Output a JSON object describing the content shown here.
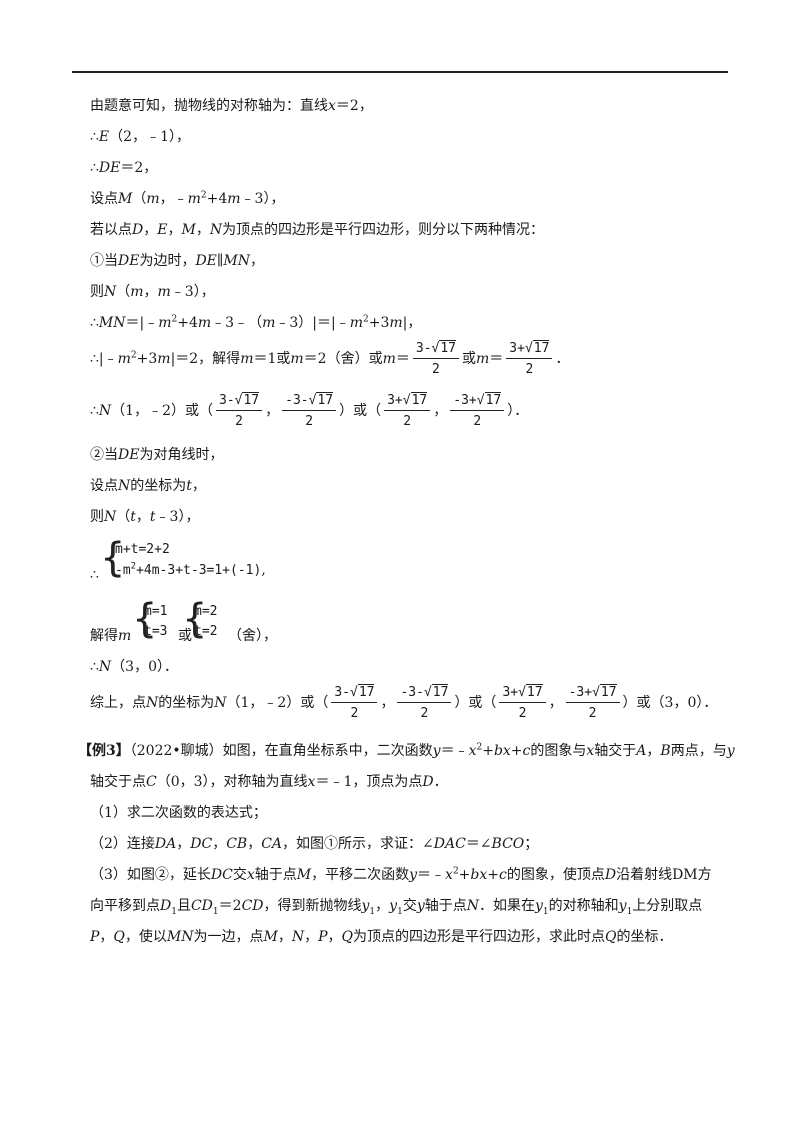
{
  "lines": {
    "l1": {
      "a": "由题意可知，抛物线的对称轴为：直线",
      "b": "x",
      "c": "＝2，"
    },
    "l2": {
      "a": "∴",
      "b": "E",
      "c": "（2，﹣1），"
    },
    "l3": {
      "a": "∴",
      "b": "DE",
      "c": "＝2，"
    },
    "l4": {
      "a": "设点",
      "b": "M",
      "c": "（",
      "d": "m",
      "e": "，﹣",
      "f": "m",
      "g": "2",
      "h": "+4",
      "i": "m",
      "j": "﹣3），"
    },
    "l5": {
      "a": "若以点",
      "b": "D",
      "c": "，",
      "d": "E",
      "e": "，",
      "f": "M",
      "g": "，",
      "h": "N",
      "i": "为顶点的四边形是平行四边形，则分以下两种情况："
    },
    "l6": {
      "a": "①当",
      "b": "DE",
      "c": "为边时，",
      "d": "DE",
      "e": "∥",
      "f": "MN",
      "g": "，"
    },
    "l7": {
      "a": "则",
      "b": "N",
      "c": "（",
      "d": "m",
      "e": "，",
      "f": "m",
      "g": "﹣3），"
    },
    "l8": {
      "a": "∴",
      "b": "MN",
      "c": "＝|﹣",
      "d": "m",
      "e": "2",
      "f": "+4",
      "g": "m",
      "h": "﹣3﹣（",
      "i": "m",
      "j": "﹣3）|＝|﹣",
      "k": "m",
      "l": "2",
      "m": "+3",
      "n": "m",
      "o": "|，"
    },
    "l9": {
      "a": "∴|﹣",
      "b": "m",
      "c": "2",
      "d": "+3",
      "e": "m",
      "f": "|＝2，解得",
      "g": "m",
      "h": "＝1或",
      "i": "m",
      "j": "＝2（舍）或",
      "k": "m",
      "l": "＝",
      "m": "或",
      "n": "m",
      "o": "＝",
      "p": "．"
    },
    "l10": {
      "a": "∴",
      "b": "N",
      "c": "（1，﹣2）或（",
      "d": "，",
      "e": "）或（",
      "f": "，",
      "g": "）．"
    },
    "l11": {
      "a": "②当",
      "b": "DE",
      "c": "为对角线时，"
    },
    "l12": {
      "a": "设点",
      "b": "N",
      "c": "的坐标为",
      "d": "t",
      "e": "，"
    },
    "l13": {
      "a": "则",
      "b": "N",
      "c": "（",
      "d": "t",
      "e": "，",
      "f": "t",
      "g": "﹣3），"
    },
    "l14": {
      "a": "∴"
    },
    "l15": {
      "a": "解得",
      "b": "m",
      "c": "或",
      "d": "（舍），"
    },
    "l16": {
      "a": "∴",
      "b": "N",
      "c": "（3，0）．"
    },
    "l17": {
      "a": "综上，点",
      "b": "N",
      "c": "的坐标为",
      "d": "N",
      "e": "（1，﹣2）或（",
      "f": "，",
      "g": "）或（",
      "h": "，",
      "i": "）或（3，0）．"
    }
  },
  "fractions": {
    "a": {
      "num_int": "3-",
      "num_rad": "17",
      "den": "2"
    },
    "b": {
      "num_int": "3+",
      "num_rad": "17",
      "den": "2"
    },
    "c": {
      "num_int": "-3-",
      "num_rad": "17",
      "den": "2"
    },
    "d": {
      "num_int": "-3+",
      "num_rad": "17",
      "den": "2"
    }
  },
  "systems": {
    "s1": {
      "r1": "m+t=2+2",
      "r2a": "-m",
      "r2b": "2",
      "r2c": "+4m-3+t-3=1+(-1)",
      "tail": ","
    },
    "s2": {
      "r1": "m=1",
      "r2": "t=3"
    },
    "s3": {
      "r1": "m=2",
      "r2": "t=2"
    }
  },
  "example": {
    "tag": "【例3】",
    "source": "（2022•聊城）",
    "p1": {
      "a": "如图，在直角坐标系中，二次函数",
      "b": "y",
      "c": "＝﹣",
      "d": "x",
      "e": "2",
      "f": "+",
      "g": "bx",
      "h": "+",
      "i": "c",
      "j": "的图象与",
      "k": "x",
      "l": "轴交于",
      "m": "A",
      "n": "，",
      "o": "B",
      "p": "两点，与",
      "q": "y"
    },
    "p2": {
      "a": "轴交于点",
      "b": "C",
      "c": "（0，3），对称轴为直线",
      "d": "x",
      "e": "＝﹣1，顶点为点",
      "f": "D",
      "g": "．"
    },
    "q1": {
      "a": "（1）求二次函数的表达式；"
    },
    "q2": {
      "a": "（2）连接",
      "b": "DA",
      "c": "，",
      "d": "DC",
      "e": "，",
      "f": "CB",
      "g": "，",
      "h": "CA",
      "i": "，如图①所示，求证：∠",
      "j": "DAC",
      "k": "＝∠",
      "l": "BCO",
      "m": "；"
    },
    "q3a": {
      "a": "（3）如图②，延长",
      "b": "DC",
      "c": "交",
      "d": "x",
      "e": "轴于点",
      "f": "M",
      "g": "，平移二次函数",
      "h": "y",
      "i": "＝﹣",
      "j": "x",
      "k": "2",
      "l": "+",
      "m": "bx",
      "n": "+",
      "o": "c",
      "p": "的图象，使顶点",
      "q": "D",
      "r": "沿着射线",
      "s": "DM",
      "t": "方"
    },
    "q3b": {
      "a": "向平移到点",
      "b": "D",
      "c": "1",
      "d": "且",
      "e": "CD",
      "f": "1",
      "g": "＝2",
      "h": "CD",
      "i": "，得到新抛物线",
      "j": "y",
      "k": "1",
      "l": "，",
      "m": "y",
      "n": "1",
      "o": "交",
      "p": "y",
      "q": "轴于点",
      "r": "N",
      "s": "．如果在",
      "t": "y",
      "u": "1",
      "v": "的对称轴和",
      "w": "y",
      "x": "1",
      "y": "上分别取点"
    },
    "q3c": {
      "a": "P",
      "b": "，",
      "c": "Q",
      "d": "，使以",
      "e": "MN",
      "f": "为一边，点",
      "g": "M",
      "h": "，",
      "i": "N",
      "j": "，",
      "k": "P",
      "l": "，",
      "m": "Q",
      "n": "为顶点的四边形是平行四边形，求此时点",
      "o": "Q",
      "p": "的坐标．"
    }
  }
}
